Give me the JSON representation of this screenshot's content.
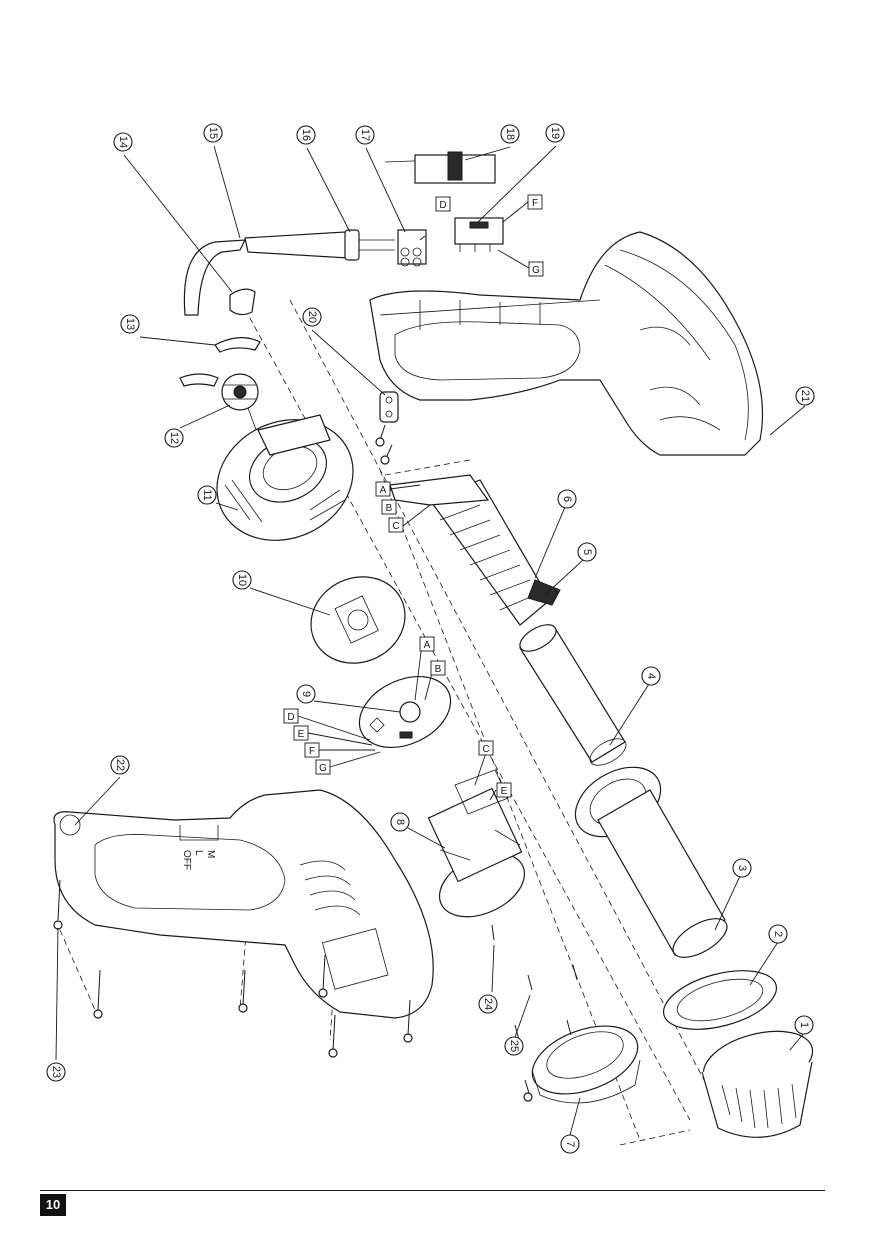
{
  "page": {
    "number": "10"
  },
  "callouts": [
    "1",
    "2",
    "3",
    "4",
    "5",
    "6",
    "7",
    "8",
    "9",
    "10",
    "11",
    "12",
    "13",
    "14",
    "15",
    "16",
    "17",
    "18",
    "19",
    "20",
    "21",
    "22",
    "23",
    "24",
    "25"
  ],
  "connection_letters": {
    "top": [
      "D",
      "F",
      "G"
    ],
    "harness": [
      "A",
      "B",
      "C"
    ],
    "board": [
      "A",
      "B",
      "D",
      "E",
      "F",
      "G"
    ],
    "motor": [
      "C",
      "E"
    ]
  },
  "switch_markings": [
    "M",
    "L",
    "OFF"
  ]
}
